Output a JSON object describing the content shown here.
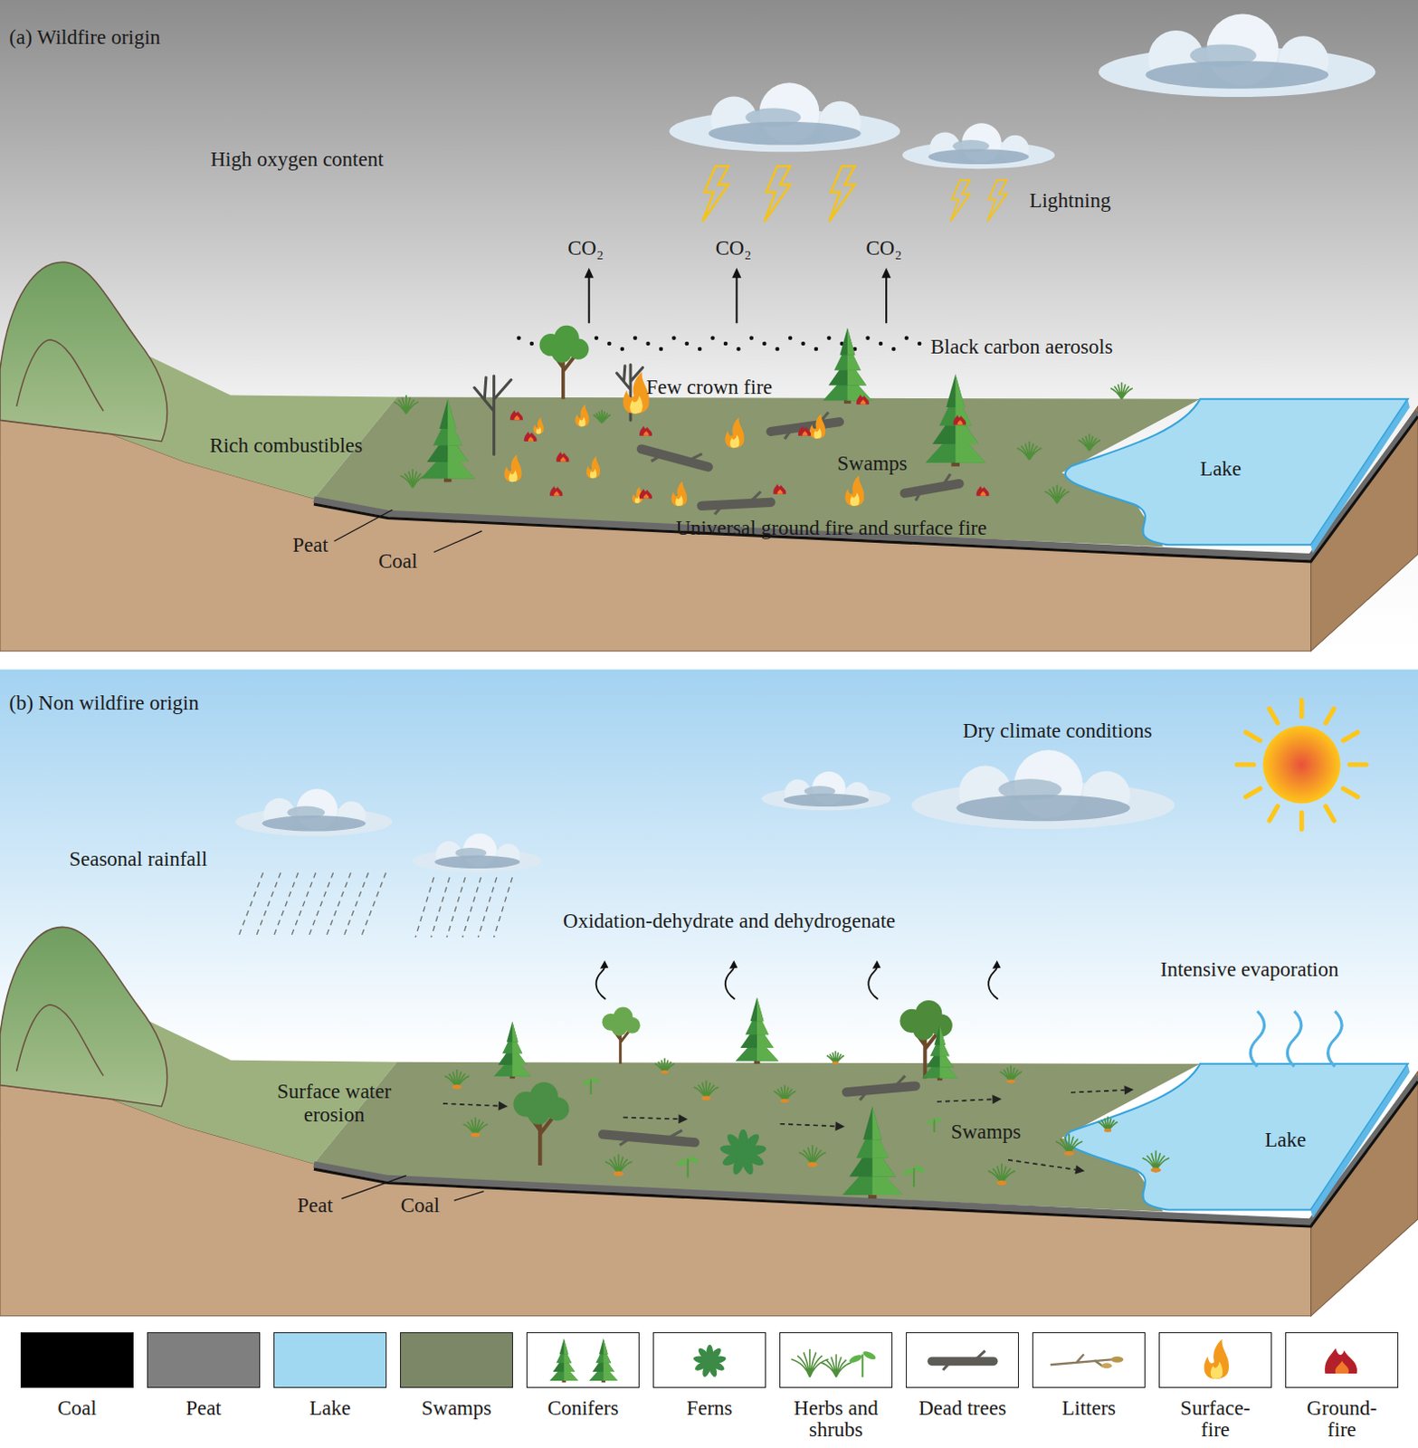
{
  "diagram": {
    "nodes": [
      {
        "text": [
          "(a) Wildfire origin"
        ]
      },
      {
        "text": [
          "(b) Non wildfire origin"
        ]
      }
    ],
    "labels": [
      "High oxygen content",
      "Lightning",
      "CO₂",
      "CO₂",
      "CO₂",
      "Black carbon aerosols",
      "Few crown fire",
      "Rich combustibles",
      "Swamps",
      "Lake",
      "Universal ground fire and surface fire",
      "Peat",
      "Coal",
      "Dry climate conditions",
      "Seasonal rainfall",
      "Oxidation-dehydrate and dehydrogenate",
      "Intensive evaporation",
      "Surface water erosion",
      "Swamps",
      "Lake",
      "Peat",
      "Coal"
    ],
    "legend": [
      {
        "text": "Coal",
        "color": "#000000"
      },
      {
        "text": "Peat",
        "color": "#7f7f7f"
      },
      {
        "text": "Lake",
        "color": "#9fd8f0"
      },
      {
        "text": "Swamps",
        "color": "#7b8767"
      },
      {
        "text": "Conifers"
      },
      {
        "text": "Ferns"
      },
      {
        "text": "Herbs and shrubs"
      },
      {
        "text": "Dead trees"
      },
      {
        "text": "Litters"
      },
      {
        "text": "Surface-fire"
      },
      {
        "text": "Ground-fire"
      }
    ]
  }
}
